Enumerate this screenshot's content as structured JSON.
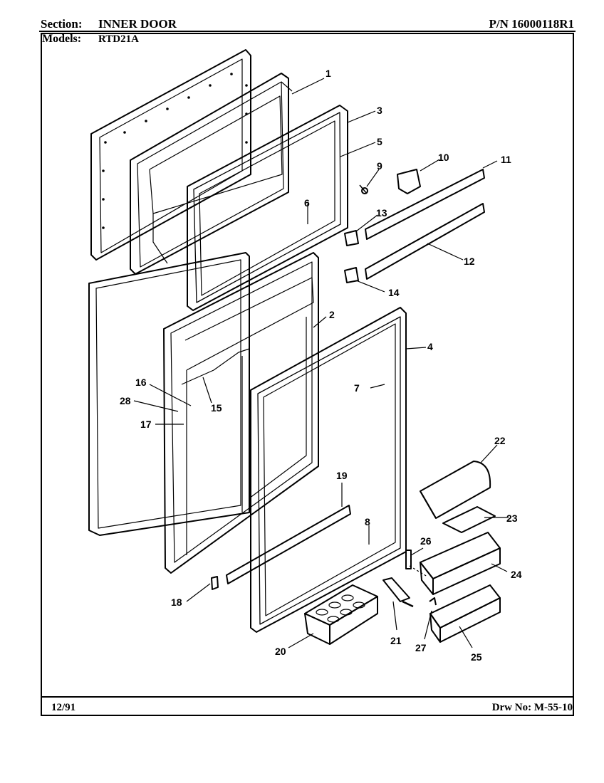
{
  "header": {
    "section_label": "Section:",
    "section_value": "INNER DOOR",
    "models_label": "Models:",
    "models_value": "RTD21A",
    "part_number": "P/N 16000118R1"
  },
  "footer": {
    "date": "12/91",
    "drawing_number": "Drw No: M-55-10"
  },
  "callouts": {
    "c1": "1",
    "c2": "2",
    "c3": "3",
    "c4": "4",
    "c5": "5",
    "c6": "6",
    "c7": "7",
    "c8": "8",
    "c9": "9",
    "c10": "10",
    "c11": "11",
    "c12": "12",
    "c13": "13",
    "c14": "14",
    "c15": "15",
    "c16": "16",
    "c17": "17",
    "c18": "18",
    "c19": "19",
    "c20": "20",
    "c21": "21",
    "c22": "22",
    "c23": "23",
    "c24": "24",
    "c25": "25",
    "c26": "26",
    "c27": "27",
    "c28": "28"
  }
}
